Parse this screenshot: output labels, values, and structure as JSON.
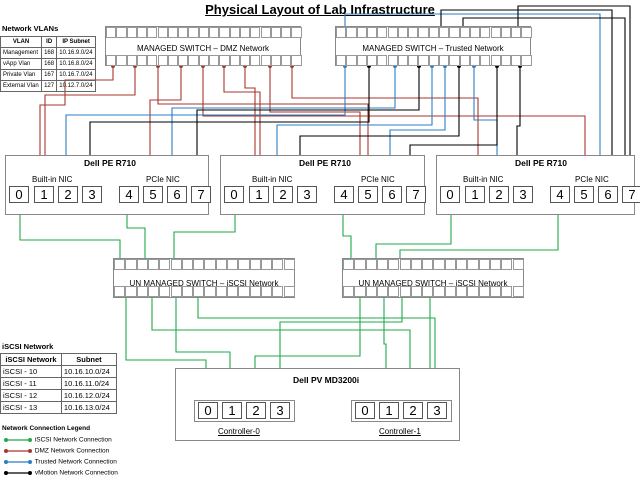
{
  "title": "Physical Layout of Lab Infrastructure",
  "colors": {
    "iscsi": "#22a84a",
    "dmz": "#a8362e",
    "trusted": "#2a7ec4",
    "vmotion": "#000000"
  },
  "switches": {
    "dmz": "MANAGED SWITCH – DMZ Network",
    "trusted": "MANAGED SWITCH – Trusted Network",
    "iscsi_left": "UN MANAGED SWITCH – iSCSI Network",
    "iscsi_right": "UN MANAGED SWITCH – iSCSI Network"
  },
  "servers": [
    {
      "name": "Dell PE R710",
      "builtin_label": "Built-in NIC",
      "pcie_label": "PCIe NIC",
      "builtin_ports": [
        "0",
        "1",
        "2",
        "3"
      ],
      "pcie_ports": [
        "4",
        "5",
        "6",
        "7"
      ]
    },
    {
      "name": "Dell PE R710",
      "builtin_label": "Built-in NIC",
      "pcie_label": "PCIe NIC",
      "builtin_ports": [
        "0",
        "1",
        "2",
        "3"
      ],
      "pcie_ports": [
        "4",
        "5",
        "6",
        "7"
      ]
    },
    {
      "name": "Dell PE R710",
      "builtin_label": "Built-in NIC",
      "pcie_label": "PCIe NIC",
      "builtin_ports": [
        "0",
        "1",
        "2",
        "3"
      ],
      "pcie_ports": [
        "4",
        "5",
        "6",
        "7"
      ]
    }
  ],
  "storage": {
    "name": "Dell PV MD3200i",
    "controllers": [
      {
        "label": "Controller-0",
        "ports": [
          "0",
          "1",
          "2",
          "3"
        ]
      },
      {
        "label": "Controller-1",
        "ports": [
          "0",
          "1",
          "2",
          "3"
        ]
      }
    ]
  },
  "vlans": {
    "heading": "Network VLANs",
    "columns": [
      "VLAN",
      "ID",
      "IP Subnet"
    ],
    "rows": [
      [
        "Management",
        "168",
        "10.16.9.0/24"
      ],
      [
        "vApp Vlan",
        "168",
        "10.16.8.0/24"
      ],
      [
        "Private Vlan",
        "167",
        "10.16.7.0/24"
      ],
      [
        "External Vlan",
        "127",
        "10.12.7.0/24"
      ]
    ]
  },
  "iscsi_network": {
    "heading": "iSCSI Network",
    "columns": [
      "iSCSI Network",
      "Subnet"
    ],
    "rows": [
      [
        "iSCSI - 10",
        "10.16.10.0/24"
      ],
      [
        "iSCSI - 11",
        "10.16.11.0/24"
      ],
      [
        "iSCSI - 12",
        "10.16.12.0/24"
      ],
      [
        "iSCSI - 13",
        "10.16.13.0/24"
      ]
    ]
  },
  "legend": {
    "heading": "Network Connection Legend",
    "items": [
      {
        "label": "iSCSI Network Connection",
        "color": "#22a84a"
      },
      {
        "label": "DMZ Network Connection",
        "color": "#a8362e"
      },
      {
        "label": "Trusted Network Connection",
        "color": "#2a7ec4"
      },
      {
        "label": "vMotion Network Connection",
        "color": "#000000"
      }
    ]
  }
}
